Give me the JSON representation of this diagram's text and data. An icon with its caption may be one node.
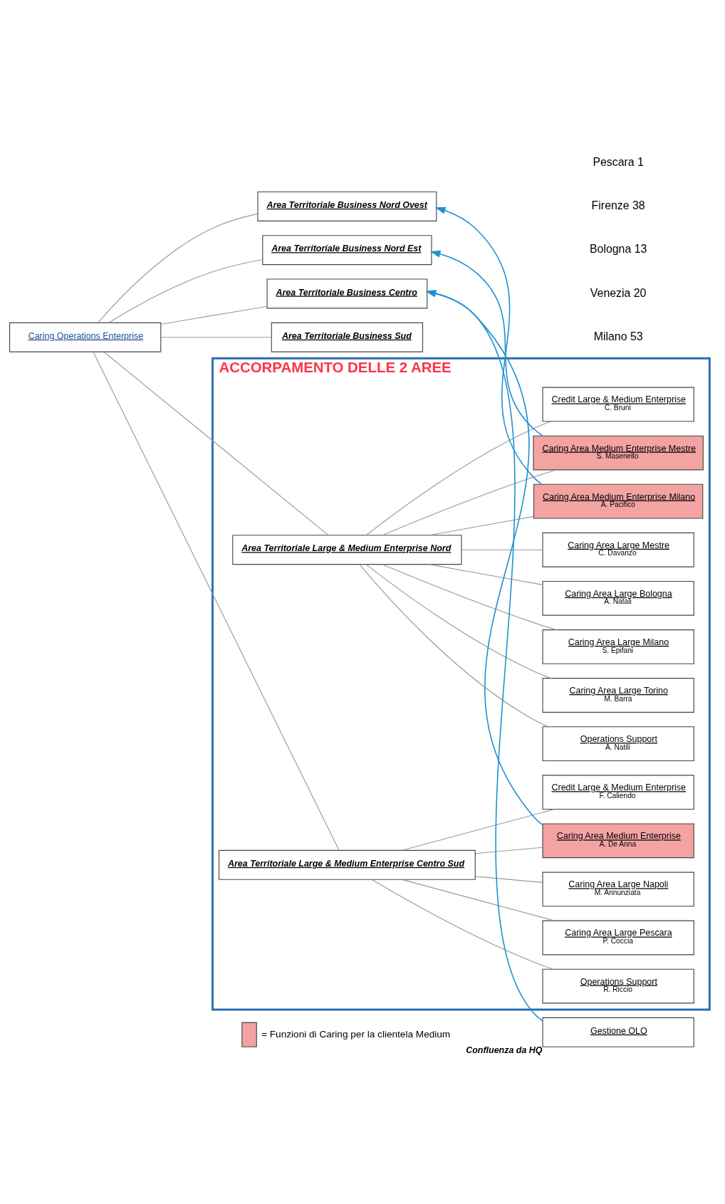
{
  "diagram": {
    "nodes": [
      {
        "text": [
          "Caring Operations Enterprise"
        ]
      },
      {
        "text": [
          "Area Territoriale Business Nord Ovest"
        ]
      },
      {
        "text": [
          "Area Territoriale Business Nord Est"
        ]
      },
      {
        "text": [
          "Area Territoriale Business Centro"
        ]
      },
      {
        "text": [
          "Area Territoriale Business Sud"
        ]
      },
      {
        "text": [
          "ACCORPAMENTO DELLE 2 AREE"
        ]
      },
      {
        "text": [
          "Area Territoriale Large & Medium Enterprise Nord"
        ],
        "in": 5
      },
      {
        "text": [
          "Operations Support",
          "A. Natili"
        ],
        "in": 5
      },
      {
        "text": [
          "Caring Area Large Torino",
          "M. Barra"
        ],
        "in": 5
      },
      {
        "text": [
          "Caring Area Large Milano",
          "S. Epifani"
        ],
        "in": 5
      },
      {
        "text": [
          "Caring Area Large Bologna",
          "A. Natali"
        ],
        "in": 5
      },
      {
        "text": [
          "Caring Area Large Mestre",
          "C. Davanzo"
        ],
        "in": 5
      },
      {
        "text": [
          "Caring Area Medium Enterprise Milano",
          "A. Pacifico"
        ],
        "in": 5
      },
      {
        "text": [
          "Caring Area Medium Enterprise Mestre",
          "S. Masenello"
        ],
        "in": 5
      },
      {
        "text": [
          "Credit Large & Medium Enterprise",
          "C. Bruni"
        ],
        "in": 5
      },
      {
        "text": [
          "Area Territoriale Large & Medium Enterprise Centro Sud"
        ],
        "in": 5
      },
      {
        "text": [
          "Operations Support",
          "R. Riccio"
        ],
        "in": 5
      },
      {
        "text": [
          "Caring Area Large Pescara",
          "P. Coccia"
        ],
        "in": 5
      },
      {
        "text": [
          "Caring Area Large Napoli",
          "M. Annunziata"
        ],
        "in": 5
      },
      {
        "text": [
          "Caring Area Medium Enterprise",
          "A. De Anna"
        ],
        "in": 5
      },
      {
        "text": [
          "Credit Large & Medium Enterprise",
          "F. Caliendo"
        ],
        "in": 5
      },
      {
        "text": [
          "Gestione OLO"
        ],
        "beside": [
          "Confluenza da HQ"
        ]
      }
    ],
    "edges": [
      {
        "from": 0,
        "to": 1,
        "arrow": "none"
      },
      {
        "from": 0,
        "to": 2,
        "arrow": "none"
      },
      {
        "from": 0,
        "to": 3,
        "arrow": "none"
      },
      {
        "from": 0,
        "to": 4,
        "arrow": "none"
      },
      {
        "from": 0,
        "to": 6,
        "arrow": "none"
      },
      {
        "from": 0,
        "to": 15,
        "arrow": "none"
      },
      {
        "from": 6,
        "to": 7,
        "arrow": "none"
      },
      {
        "from": 6,
        "to": 8,
        "arrow": "none"
      },
      {
        "from": 6,
        "to": 9,
        "arrow": "none"
      },
      {
        "from": 6,
        "to": 10,
        "arrow": "none"
      },
      {
        "from": 6,
        "to": 11,
        "arrow": "none"
      },
      {
        "from": 6,
        "to": 12,
        "arrow": "none"
      },
      {
        "from": 6,
        "to": 13,
        "arrow": "none"
      },
      {
        "from": 6,
        "to": 14,
        "arrow": "none"
      },
      {
        "from": 15,
        "to": 16,
        "arrow": "none"
      },
      {
        "from": 15,
        "to": 17,
        "arrow": "none"
      },
      {
        "from": 15,
        "to": 18,
        "arrow": "none"
      },
      {
        "from": 15,
        "to": 19,
        "arrow": "none"
      },
      {
        "from": 15,
        "to": 20,
        "arrow": "none"
      },
      {
        "from": 12,
        "to": 1,
        "arrow": "to",
        "color": "#1e90d0"
      },
      {
        "from": 13,
        "to": 2,
        "arrow": "to",
        "color": "#1e90d0"
      },
      {
        "from": 21,
        "to": 3,
        "arrow": "to",
        "color": "#1e90d0"
      },
      {
        "from": 19,
        "to": 3,
        "arrow": "to",
        "color": "#1e90d0"
      }
    ],
    "labels": [
      "Milano 53",
      "Venezia 20",
      "Bologna 13",
      "Firenze 38",
      "Pescara 1"
    ],
    "legend": [
      {
        "text": "= Funzioni di Caring per la clientela Medium",
        "color": "#f4a3a3"
      }
    ]
  }
}
